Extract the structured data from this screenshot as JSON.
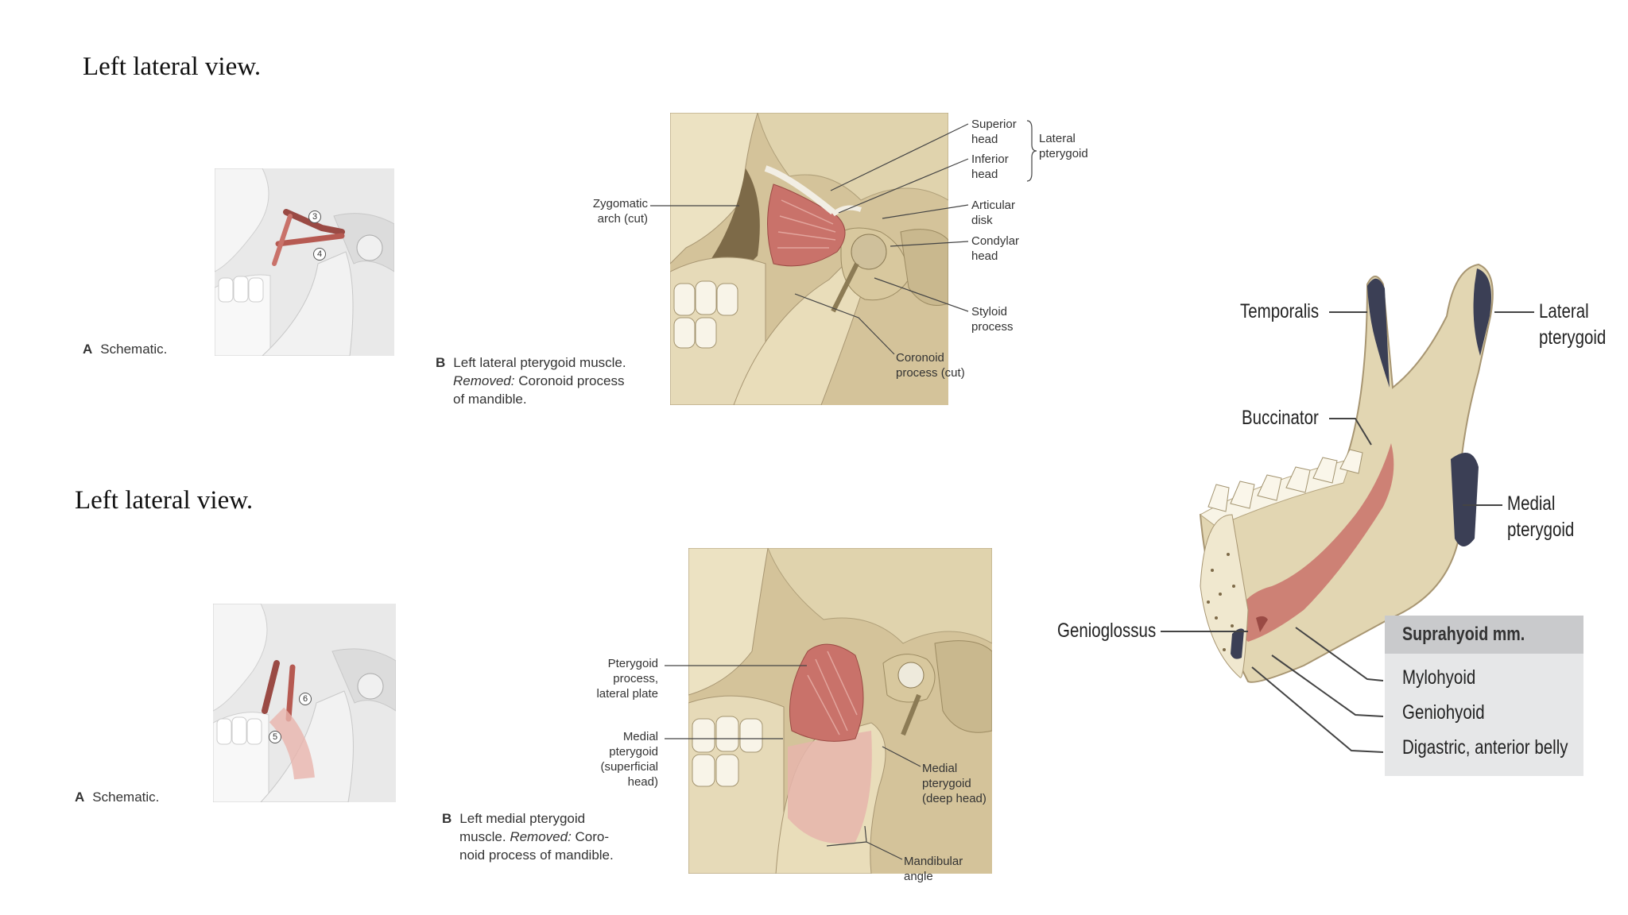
{
  "top": {
    "heading": "Left lateral view.",
    "schematic_caption": {
      "letter": "A",
      "text": "Schematic."
    },
    "schematic_markers": [
      "3",
      "4"
    ],
    "photo_caption": {
      "letter": "B",
      "line1": "Left lateral pterygoid muscle.",
      "removed_label": "Removed:",
      "line2": "Coronoid process",
      "line3": "of mandible."
    },
    "labels": {
      "superior_head": "Superior\nhead",
      "inferior_head": "Inferior\nhead",
      "lateral_pterygoid": "Lateral\npterygoid",
      "zygomatic_arch": "Zygomatic\narch (cut)",
      "articular_disk": "Articular\ndisk",
      "condylar_head": "Condylar\nhead",
      "styloid_process": "Styloid\nprocess",
      "coronoid_process": "Coronoid\nprocess (cut)"
    }
  },
  "bottom": {
    "heading": "Left lateral view.",
    "schematic_caption": {
      "letter": "A",
      "text": "Schematic."
    },
    "schematic_markers": [
      "5",
      "6"
    ],
    "photo_caption": {
      "letter": "B",
      "line1": "Left medial pterygoid",
      "line2_prefix": "muscle.",
      "removed_label": "Removed:",
      "line2_suffix": "Coro-",
      "line3": "noid process of mandible."
    },
    "labels": {
      "pterygoid_process": "Pterygoid\nprocess,\nlateral plate",
      "medial_pterygoid_superficial": "Medial\npterygoid\n(superficial\nhead)",
      "medial_pterygoid_deep": "Medial\npterygoid\n(deep head)",
      "mandibular_angle": "Mandibular\nangle"
    }
  },
  "mandible": {
    "labels": {
      "temporalis": "Temporalis",
      "lateral_pterygoid": "Lateral\npterygoid",
      "buccinator": "Buccinator",
      "medial_pterygoid": "Medial\npterygoid",
      "genioglossus": "Genioglossus"
    },
    "legend": {
      "title": "Suprahyoid mm.",
      "items": [
        "Mylohyoid",
        "Geniohyoid",
        "Digastric, anterior belly"
      ]
    }
  },
  "colors": {
    "bone": "#e2d6b2",
    "bone_shadow": "#b8a77c",
    "muscle": "#c9726a",
    "muscle_dark": "#9a4a44",
    "attachment_dark": "#3b3f55",
    "schematic_bg": "#e9e9e9"
  }
}
